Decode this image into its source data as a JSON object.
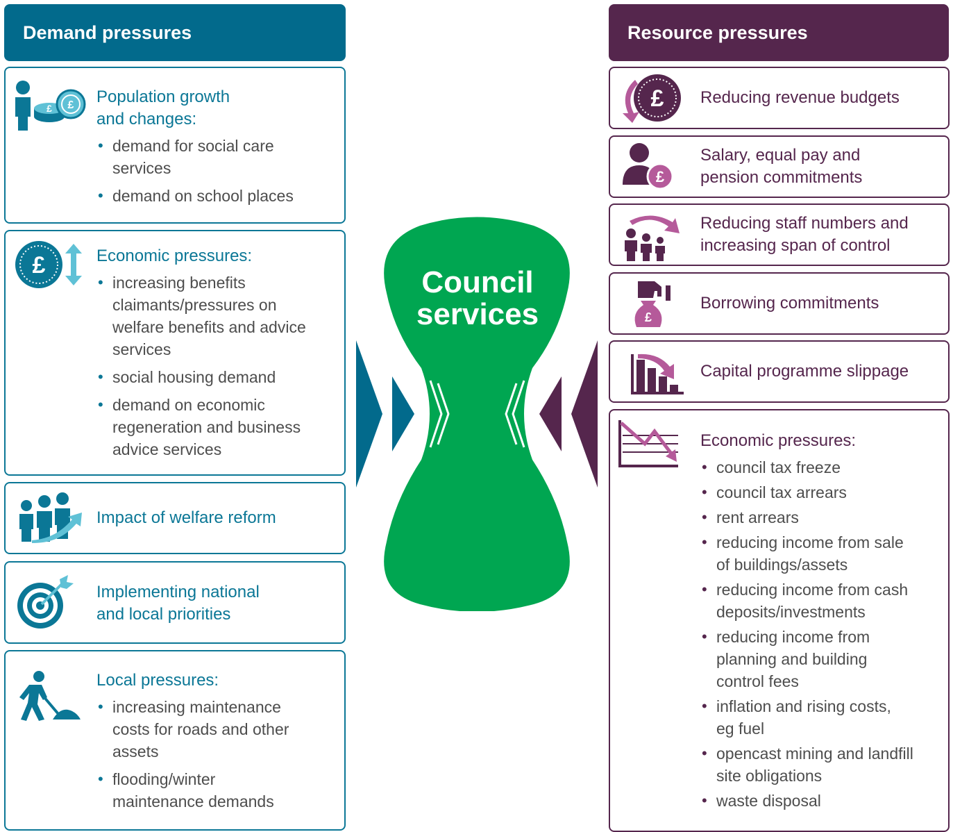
{
  "colors": {
    "demand": "#026a8c",
    "demand_accent": "#0b7796",
    "demand_light": "#5fc1d6",
    "resource": "#55264d",
    "resource_light": "#b55a9a",
    "center": "#00a651"
  },
  "demand": {
    "header": "Demand pressures",
    "boxes": [
      {
        "icon": "person-coins-icon",
        "title": "Population growth\nand changes:",
        "items": [
          "demand for social care\nservices",
          "demand on school places"
        ]
      },
      {
        "icon": "pound-coin-up-down-arrow-icon",
        "title": "Economic pressures:",
        "items": [
          "increasing benefits\nclaimants/pressures on\nwelfare benefits and advice\nservices",
          "social housing demand",
          "demand on economic\nregeneration and business\nadvice services"
        ]
      },
      {
        "icon": "people-rising-arrow-icon",
        "title": "Impact of welfare reform"
      },
      {
        "icon": "target-arrow-icon",
        "title": "Implementing national\nand local priorities"
      },
      {
        "icon": "roadworker-digging-icon",
        "title": "Local pressures:",
        "items": [
          "increasing maintenance\ncosts for roads and other\nassets",
          "flooding/winter\nmaintenance demands"
        ]
      }
    ]
  },
  "center": {
    "label": "Council\nservices"
  },
  "resource": {
    "header": "Resource pressures",
    "boxes": [
      {
        "icon": "pound-coin-down-arrow-icon",
        "title": "Reducing revenue budgets"
      },
      {
        "icon": "person-pound-icon",
        "title": "Salary, equal pay and\npension commitments"
      },
      {
        "icon": "people-down-arrow-icon",
        "title": "Reducing staff numbers and\nincreasing span of control"
      },
      {
        "icon": "hand-money-bag-icon",
        "title": "Borrowing commitments"
      },
      {
        "icon": "bar-chart-down-arrow-icon",
        "title": "Capital programme slippage"
      },
      {
        "icon": "line-chart-down-icon",
        "title": "Economic pressures:",
        "items": [
          "council tax freeze",
          "council tax arrears",
          "rent arrears",
          "reducing income from sale\nof buildings/assets",
          "reducing income from cash\ndeposits/investments",
          "reducing income from\nplanning and building\ncontrol fees",
          "inflation and rising costs,\neg fuel",
          "opencast mining and landfill\nsite obligations",
          "waste disposal"
        ]
      }
    ]
  }
}
